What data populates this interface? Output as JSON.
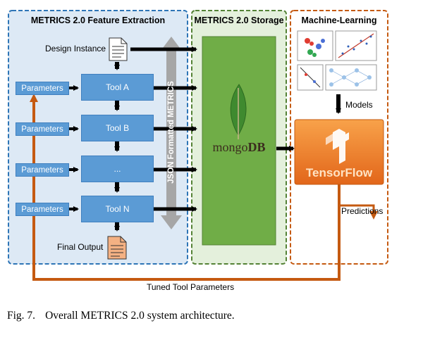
{
  "panels": {
    "extraction_title": "METRICS 2.0 Feature Extraction",
    "storage_title": "METRICS 2.0 Storage",
    "ml_title": "Machine-Learning"
  },
  "flow": {
    "design_instance": "Design Instance",
    "tools": [
      "Tool A",
      "Tool B",
      "...",
      "Tool N"
    ],
    "parameters_label": "Parameters",
    "final_output": "Final Output",
    "json_label": "JSON Formatted METRICS"
  },
  "storage": {
    "db_name_prefix": "mongo",
    "db_name_suffix": "DB"
  },
  "ml": {
    "models_label": "Models",
    "tensorflow_label": "TensorFlow",
    "predictions_label": "Predictions"
  },
  "feedback": {
    "label": "Tuned Tool Parameters"
  },
  "caption": {
    "figure_label": "Fig. 7.",
    "text": "Overall METRICS 2.0 system architecture."
  },
  "colors": {
    "extraction_panel_bg": "#dde9f5",
    "extraction_border": "#2e75b6",
    "storage_panel_bg": "#e4f0dc",
    "storage_border": "#548235",
    "mongo_box": "#70ad47",
    "ml_border": "#c55a11",
    "feedback_arrow": "#c55a11",
    "tool_fill": "#5b9bd5"
  }
}
